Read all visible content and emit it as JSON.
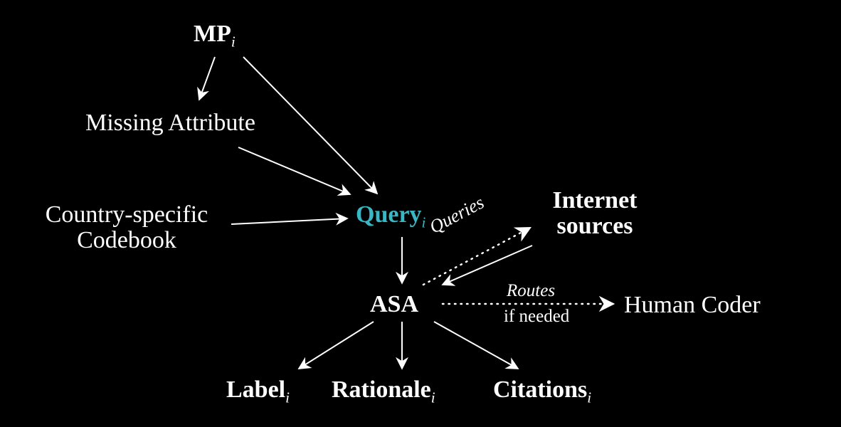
{
  "nodes": {
    "mp": {
      "label": "MP",
      "sub": "i"
    },
    "missing": {
      "label": "Missing Attribute"
    },
    "codebook": {
      "line1": "Country-specific",
      "line2": "Codebook"
    },
    "query": {
      "label": "Query",
      "sub": "i",
      "color": "#3ab7c4"
    },
    "internet": {
      "line1": "Internet",
      "line2": "sources"
    },
    "asa": {
      "label": "ASA"
    },
    "human": {
      "label": "Human Coder"
    },
    "label": {
      "label": "Label",
      "sub": "i"
    },
    "rationale": {
      "label": "Rationale",
      "sub": "i"
    },
    "citations": {
      "label": "Citations",
      "sub": "i"
    }
  },
  "edge_labels": {
    "queries": "Queries",
    "routes": "Routes",
    "if_needed": "if needed"
  }
}
